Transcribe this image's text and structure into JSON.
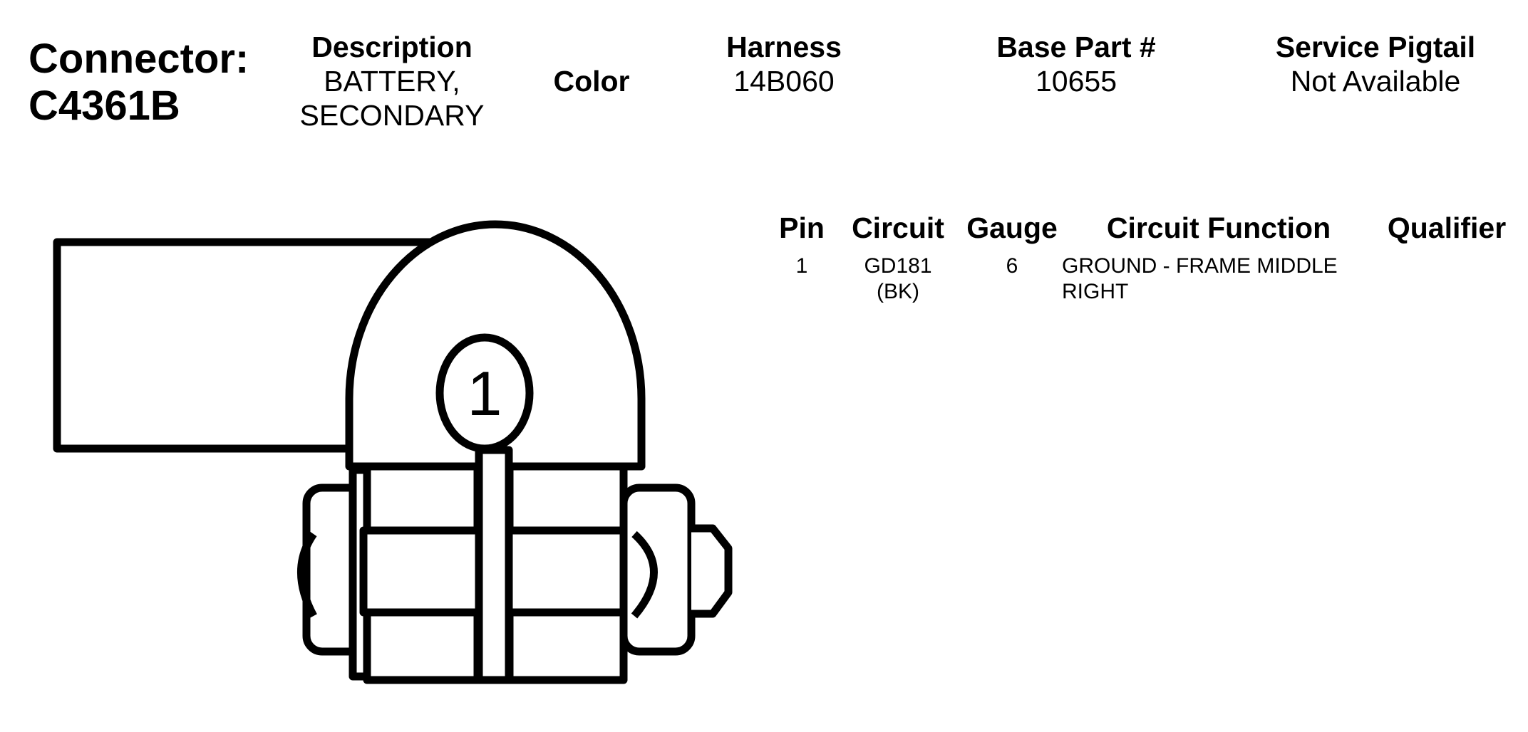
{
  "connector": {
    "label": "Connector:",
    "id": "C4361B"
  },
  "header": {
    "description_label": "Description",
    "description_line1": "BATTERY,",
    "description_line2": "SECONDARY",
    "color_label": "Color",
    "harness_label": "Harness",
    "harness_value": "14B060",
    "base_part_label": "Base Part #",
    "base_part_value": "10655",
    "service_pigtail_label": "Service Pigtail",
    "service_pigtail_value": "Not Available"
  },
  "pin_table": {
    "columns": [
      "Pin",
      "Circuit",
      "Gauge",
      "Circuit Function",
      "Qualifier"
    ],
    "rows": [
      {
        "pin": "1",
        "circuit_line1": "GD181",
        "circuit_line2": "(BK)",
        "gauge": "6",
        "function_line1": "GROUND - FRAME MIDDLE",
        "function_line2": "RIGHT",
        "qualifier": ""
      }
    ]
  },
  "diagram": {
    "pin_label": "1"
  }
}
